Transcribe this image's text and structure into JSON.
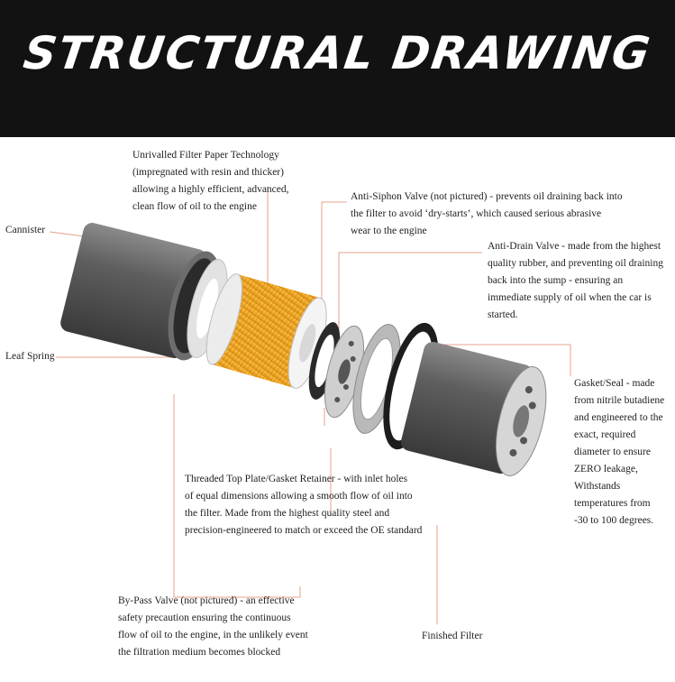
{
  "title": "STRUCTURAL DRAWING",
  "colors": {
    "header_bg": "#121212",
    "leader_line": "#e8a08a",
    "filter_paper": "#f1a92a",
    "canister": "#5a5a5a"
  },
  "labels": {
    "filter_paper": [
      "Unrivalled Filter Paper Technology",
      "(impregnated with resin and thicker)",
      "allowing a highly efficient, advanced,",
      "clean flow of oil to the engine"
    ],
    "cannister": "Cannister",
    "anti_siphon": [
      "Anti-Siphon Valve (not pictured) - prevents oil draining back into",
      "the filter to avoid ‘dry-starts’, which caused serious abrasive",
      "wear to the engine"
    ],
    "anti_drain": [
      "Anti-Drain Valve - made from the highest",
      "quality rubber, and preventing oil draining",
      "back into the sump - ensuring an",
      "immediate supply of oil when the car is",
      "started."
    ],
    "leaf_spring": "Leaf Spring",
    "gasket_seal": [
      "Gasket/Seal - made",
      "from nitrile butadiene",
      "and engineered to the",
      "exact, required",
      "diameter to ensure",
      "ZERO leakage,",
      "Withstands",
      "temperatures from",
      "-30 to 100 degrees."
    ],
    "threaded_plate": [
      "Threaded Top Plate/Gasket Retainer - with inlet holes",
      "of equal dimensions allowing a smooth flow of oil into",
      "the filter. Made from the highest quality steel and",
      "precision-engineered to match or exceed the OE standard"
    ],
    "bypass": [
      "By-Pass Valve (not pictured) - an effective",
      "safety precaution ensuring the continuous",
      "flow of oil to the engine, in the unlikely event",
      "the filtration medium becomes blocked"
    ],
    "finished_filter": "Finished Filter"
  }
}
